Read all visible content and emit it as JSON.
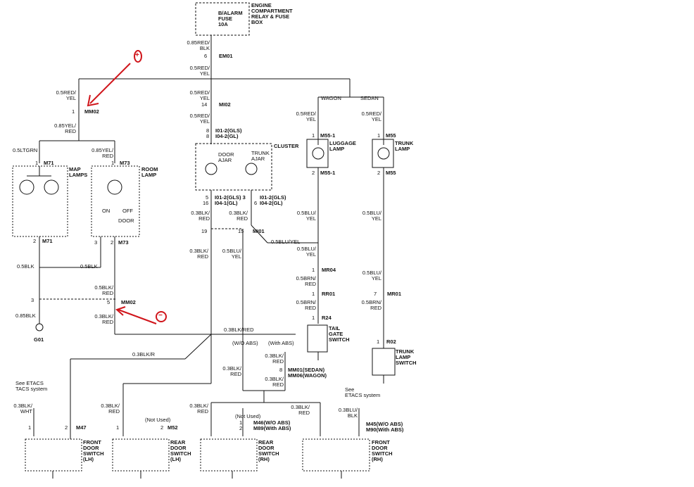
{
  "fuse": {
    "line1": "B/ALARM",
    "line2": "FUSE",
    "line3": "10A"
  },
  "relay_box": {
    "line1": "ENGINE",
    "line2": "COMPARTMENT",
    "line3": "RELAY & FUSE",
    "line4": "BOX"
  },
  "top_wire": {
    "w1": "0.85RED/",
    "w2": "BLK",
    "pin": "6",
    "conn": "EM01",
    "w3": "0.5RED/",
    "w4": "YEL"
  },
  "branch_labels": {
    "wagon": "WAGON",
    "sedan": "SEDAN"
  },
  "left_feed": {
    "w1": "0.5RED/",
    "w2": "YEL",
    "pin": "1",
    "conn": "MM02",
    "w3": "0.85YEL/",
    "w4": "RED",
    "ltgrn": "0.5LTGRN",
    "yelred1": "0.85YEL/",
    "yelred2": "RED"
  },
  "map_lamps": {
    "conn_top": "M71",
    "pin_top": "1",
    "label1": "MAP",
    "label2": "LAMPS",
    "pin_bot": "2",
    "conn_bot": "M71"
  },
  "room_lamp": {
    "conn_top": "M73",
    "pin_top": "1",
    "label1": "ROOM",
    "label2": "LAMP",
    "on": "ON",
    "off": "OFF",
    "door": "DOOR",
    "pin_b1": "3",
    "pin_b2": "2",
    "conn_bot": "M73"
  },
  "left_bottom": {
    "blk1": "0.5BLK",
    "blk2": "0.5BLK",
    "pin_left": "3",
    "pin_mm": "5",
    "conn_mm": "MM02",
    "blkred1": "0.5BLK/",
    "blkred2": "RED",
    "g_wire": "0.85BLK",
    "ground": "G01",
    "w3a": "0.3BLK/",
    "w3b": "RED"
  },
  "cluster_feed": {
    "w1": "0.5RED/",
    "w2": "YEL",
    "pin": "14",
    "conn": "MI02",
    "w3": "0.5RED/",
    "w4": "YEL",
    "p8a": "8",
    "c8a": "I01-2(GLS)",
    "p8b": "8",
    "c8b": "I04-2(GL)"
  },
  "cluster": {
    "title": "CLUSTER",
    "door1": "DOOR",
    "door2": "AJAR",
    "trunk1": "TRUNK",
    "trunk2": "AJAR",
    "pl1": "5",
    "cl1": "I01-2(GLS) 3",
    "pl2": "16",
    "cl2": "I04-1(GL)",
    "pr": "6",
    "cr1": "I01-2(GLS)",
    "cr2": "I04-2(GL)"
  },
  "cluster_out": {
    "l1": "0.3BLK/",
    "l2": "RED",
    "r1": "0.3BLK/",
    "r2": "RED",
    "p19": "19",
    "p15": "15",
    "conn": "MI01",
    "blkyel": "0.5BLU/YEL",
    "l3": "0.3BLK/",
    "l4": "RED",
    "r3": "0.5BLU/",
    "r4": "YEL"
  },
  "luggage": {
    "w1": "0.5RED/",
    "w2": "YEL",
    "pin_top": "1",
    "conn_top": "M55-1",
    "label1": "LUGGAGE",
    "label2": "LAMP",
    "pin_bot": "2",
    "conn_bot": "M55-1",
    "o1": "0.5BLU/",
    "o2": "YEL",
    "o3": "0.5BLU/",
    "o4": "YEL"
  },
  "trunk_lamp": {
    "w1": "0.5RED/",
    "w2": "YEL",
    "pin_top": "1",
    "conn_top": "M55",
    "label1": "TRUNK",
    "label2": "LAMP",
    "pin_bot": "2",
    "conn_bot": "M55",
    "o1": "0.5BLU/",
    "o2": "YEL"
  },
  "tailgate": {
    "pin1": "1",
    "conn1": "MR04",
    "w1": "0.5BRN/",
    "w2": "RED",
    "pin2": "1",
    "conn2": "RR01",
    "w3": "0.5BRN/",
    "w4": "RED",
    "pin3": "1",
    "conn3": "R24",
    "label1": "TAIL",
    "label2": "GATE",
    "label3": "SWITCH"
  },
  "trunk_switch": {
    "w1": "0.5BLU/",
    "w2": "YEL",
    "pin1": "7",
    "conn1": "MR01",
    "w3": "0.5BRN/",
    "w4": "RED",
    "pin2": "1",
    "conn2": "R02",
    "label1": "TRUNK",
    "label2": "LAMP",
    "label3": "SWITCH"
  },
  "bus": {
    "blkred": "0.3BLK/RED",
    "wo_abs": "(W/O ABS)",
    "with_abs": "(With ABS)",
    "blkr": "0.3BLK/R",
    "a1": "0.3BLK/",
    "a2": "RED",
    "pin8": "8",
    "c1": "MM01(SEDAN)",
    "c2": "MM06(WAGON)",
    "b1": "0.3BLK/",
    "b2": "RED",
    "c3a": "0.3BLK/",
    "c3b": "RED"
  },
  "door_lh_front": {
    "see1": "See ETACS",
    "see2": "TACS system",
    "w1": "0.3BLK/",
    "w2": "WHT",
    "p1": "1",
    "p2": "2",
    "conn": "M47",
    "l1": "FRONT",
    "l2": "DOOR",
    "l3": "SWITCH",
    "l4": "(LH)"
  },
  "door_lh_rear": {
    "w1": "0.3BLK/",
    "w2": "RED",
    "nu": "(Not Used)",
    "p1": "1",
    "p2": "2",
    "conn": "M52",
    "l1": "REAR",
    "l2": "DOOR",
    "l3": "SWITCH",
    "l4": "(LH)"
  },
  "door_rh_rear": {
    "w1": "0.3BLK/",
    "w2": "RED",
    "nu": "(Not Used)",
    "p1": "1",
    "c1": "M46(W/O ABS)",
    "p2": "2",
    "c2": "M89(With ABS)",
    "l1": "REAR",
    "l2": "DOOR",
    "l3": "SWITCH",
    "l4": "(RH)"
  },
  "door_rh_front": {
    "w1": "0.3BLK/",
    "w2": "RED",
    "see1": "See",
    "see2": "ETACS system",
    "w3": "0.3BLU/",
    "w4": "BLK",
    "c1": "M45(W/O ABS)",
    "c2": "M90(With ABS)",
    "l1": "FRONT",
    "l2": "DOOR",
    "l3": "SWITCH",
    "l4": "(RH)"
  },
  "annotations": {
    "plus": "+",
    "minus": "−",
    "color": "#d0151b"
  }
}
